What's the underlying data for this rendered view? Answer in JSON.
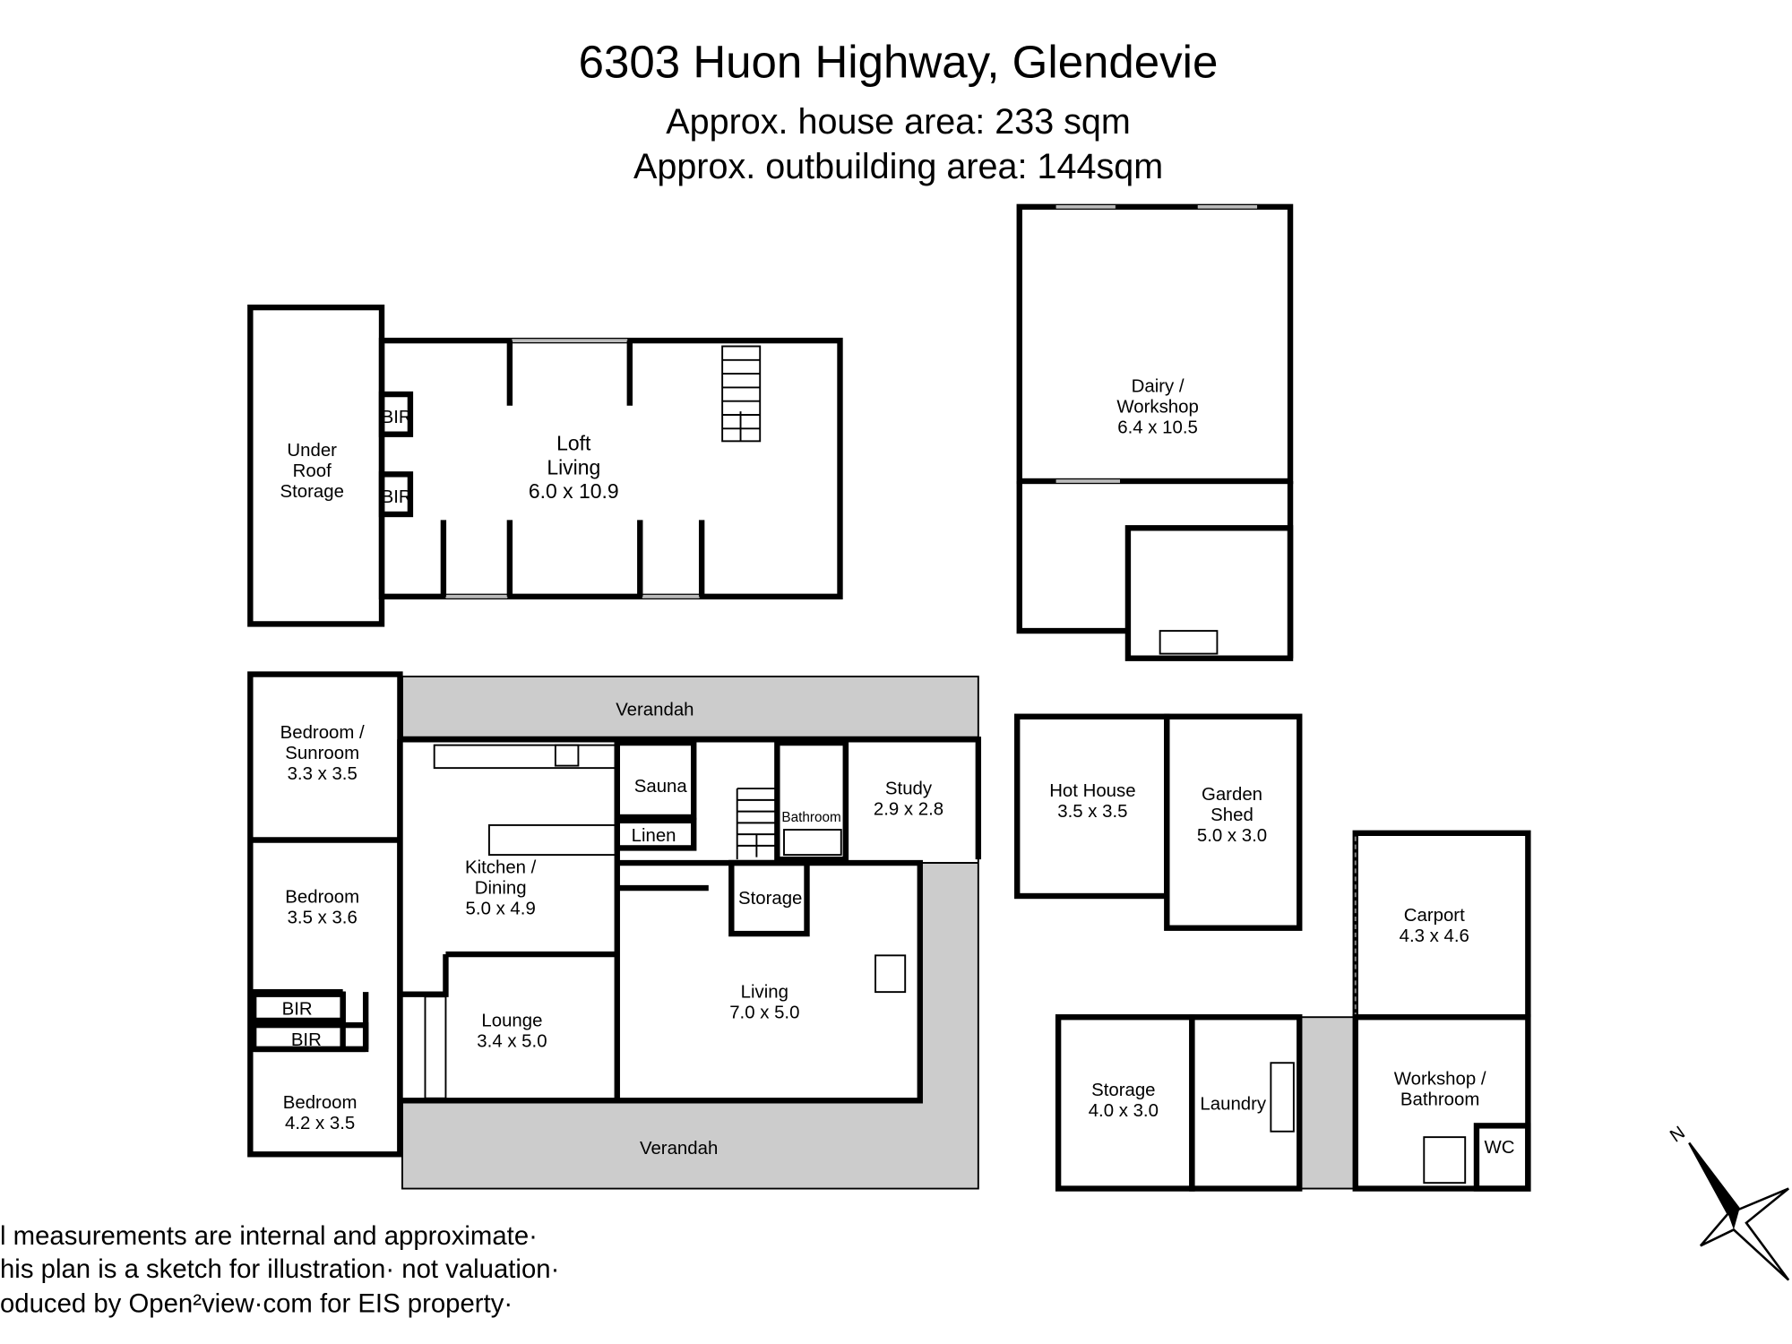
{
  "header": {
    "title": "6303 Huon Highway, Glendevie",
    "house_area": "Approx. house area: 233 sqm",
    "outbuilding_area": "Approx. outbuilding area: 144sqm"
  },
  "rooms": {
    "under_roof_storage": [
      "Under",
      "Roof",
      "Storage"
    ],
    "bir_loft_1": [
      "BIR"
    ],
    "bir_loft_2": [
      "BIR"
    ],
    "loft_living": [
      "Loft",
      "Living",
      "6.0 x 10.9"
    ],
    "dairy": [
      "Dairy /",
      "Workshop",
      "6.4 x 10.5"
    ],
    "verandah_top": [
      "Verandah"
    ],
    "verandah_bottom": [
      "Verandah"
    ],
    "bedroom_sunroom": [
      "Bedroom /",
      "Sunroom",
      "3.3 x 3.5"
    ],
    "bedroom_2": [
      "Bedroom",
      "3.5 x 3.6"
    ],
    "bir_1": [
      "BIR"
    ],
    "bir_2": [
      "BIR"
    ],
    "bedroom_3": [
      "Bedroom",
      "4.2 x 3.5"
    ],
    "kitchen": [
      "Kitchen /",
      "Dining",
      "5.0 x 4.9"
    ],
    "sauna": [
      "Sauna"
    ],
    "linen": [
      "Linen"
    ],
    "bathroom": [
      "Bathroom"
    ],
    "study": [
      "Study",
      "2.9 x 2.8"
    ],
    "storage_small": [
      "Storage"
    ],
    "lounge": [
      "Lounge",
      "3.4 x 5.0"
    ],
    "living": [
      "Living",
      "7.0 x 5.0"
    ],
    "hot_house": [
      "Hot House",
      "3.5 x 3.5"
    ],
    "garden_shed": [
      "Garden",
      "Shed",
      "5.0 x 3.0"
    ],
    "carport": [
      "Carport",
      "4.3 x 4.6"
    ],
    "storage_out": [
      "Storage",
      "4.0 x 3.0"
    ],
    "laundry": [
      "Laundry"
    ],
    "workshop_bathroom": [
      "Workshop /",
      "Bathroom"
    ],
    "wc": [
      "WC"
    ]
  },
  "compass": {
    "label": "N",
    "icon": "north-arrow-icon"
  },
  "footer": [
    "l measurements are internal and approximate·",
    "his plan is a sketch for illustration· not valuation·",
    "oduced by Open²view·com for EIS property·"
  ],
  "colors": {
    "walls": "#000000",
    "verandah": "#cccccc",
    "windows": "#bbbbbb"
  }
}
